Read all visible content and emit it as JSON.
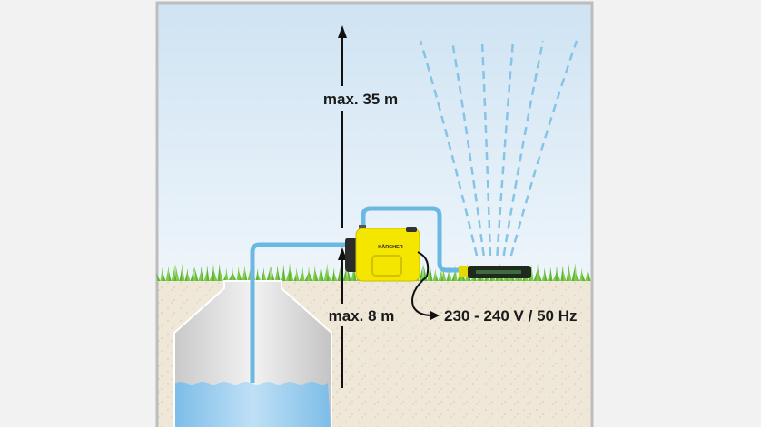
{
  "labels": {
    "max_height": "max. 35 m",
    "max_suction": "max. 8 m",
    "power": "230 - 240 V / 50 Hz",
    "brand": "KÄRCHER"
  },
  "colors": {
    "sky_top": "#cfe3f3",
    "ground": "#efe7d6",
    "water": "#86c4ec",
    "hose": "#6bb8e2",
    "pump": "#f5e600",
    "grass": "#6bbf3a"
  }
}
